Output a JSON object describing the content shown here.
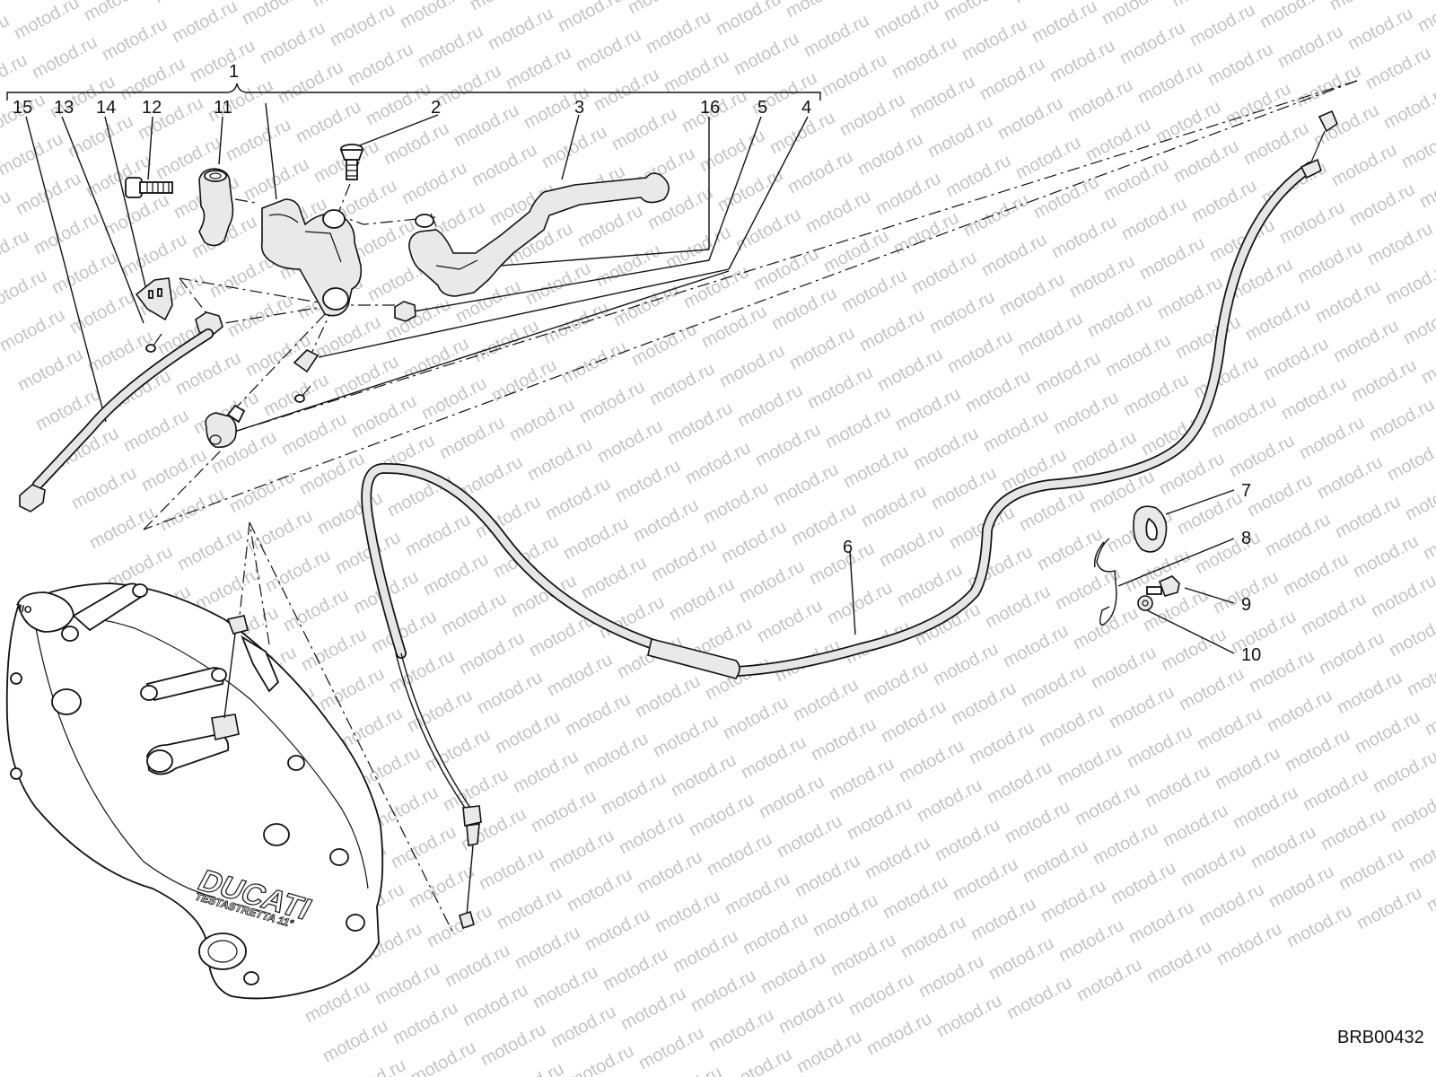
{
  "diagram": {
    "watermark": "motod.ru",
    "drawing_code": "BRB00432",
    "callouts": [
      "1",
      "2",
      "3",
      "4",
      "5",
      "6",
      "7",
      "8",
      "9",
      "10",
      "11",
      "12",
      "13",
      "14",
      "15",
      "16"
    ],
    "engine_cover_marks": {
      "brand": "DUCATI",
      "model": "TESTASTRETTA 11°",
      "filler_cap": "OIL"
    }
  }
}
